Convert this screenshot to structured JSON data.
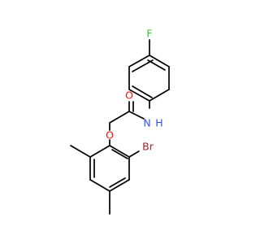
{
  "molecule": {
    "atoms": {
      "fluorine": {
        "symbol": "F",
        "color": "#33cc33"
      },
      "nitrogen": {
        "symbol": "N",
        "color": "#3050f8"
      },
      "hydrogen": {
        "symbol": "H",
        "color": "#3050f8"
      },
      "carbonyl_oxygen": {
        "symbol": "O",
        "color": "#ff0d0d"
      },
      "ether_oxygen": {
        "symbol": "O",
        "color": "#ff0d0d"
      },
      "bromine": {
        "symbol": "Br",
        "color": "#a62929"
      }
    }
  }
}
